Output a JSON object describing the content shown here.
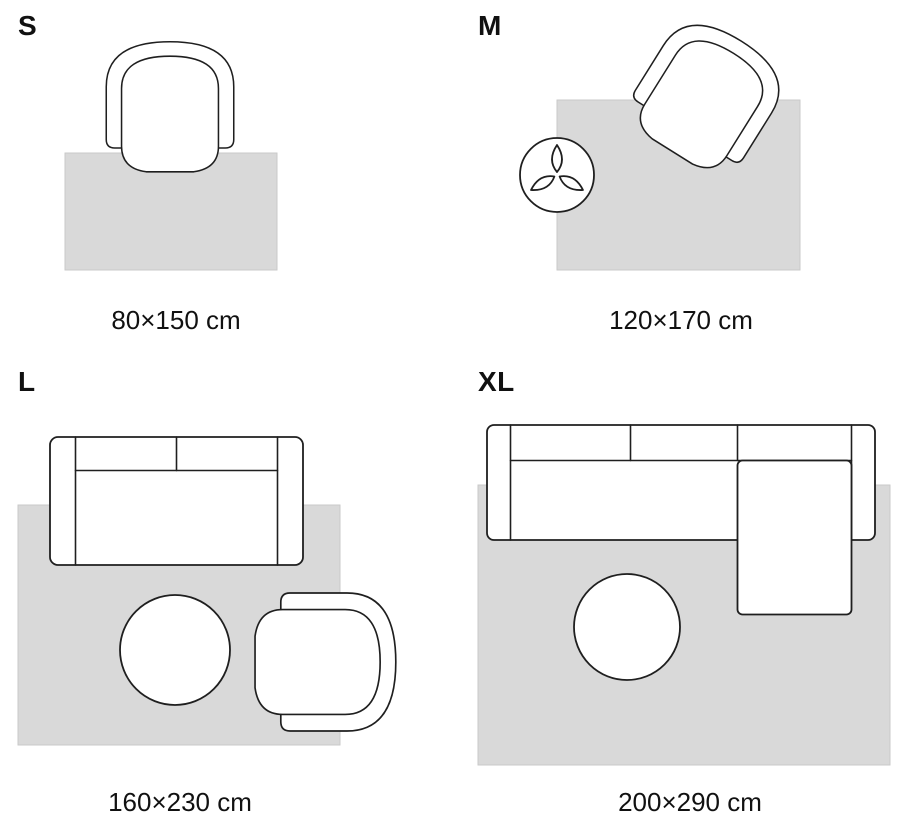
{
  "colors": {
    "background": "#ffffff",
    "rug_fill": "#d9d9d9",
    "rug_stroke": "#c9c9c9",
    "furniture_fill": "#ffffff",
    "outline": "#1f1f1f",
    "text": "#111111"
  },
  "panels": [
    {
      "id": "s",
      "label": "S",
      "size": "80×150 cm",
      "furniture": [
        "armchair"
      ]
    },
    {
      "id": "m",
      "label": "M",
      "size": "120×170 cm",
      "furniture": [
        "plant",
        "armchair"
      ]
    },
    {
      "id": "l",
      "label": "L",
      "size": "160×230 cm",
      "furniture": [
        "sofa",
        "pouf",
        "armchair"
      ]
    },
    {
      "id": "xl",
      "label": "XL",
      "size": "200×290 cm",
      "furniture": [
        "sectional-sofa",
        "pouf"
      ]
    }
  ]
}
